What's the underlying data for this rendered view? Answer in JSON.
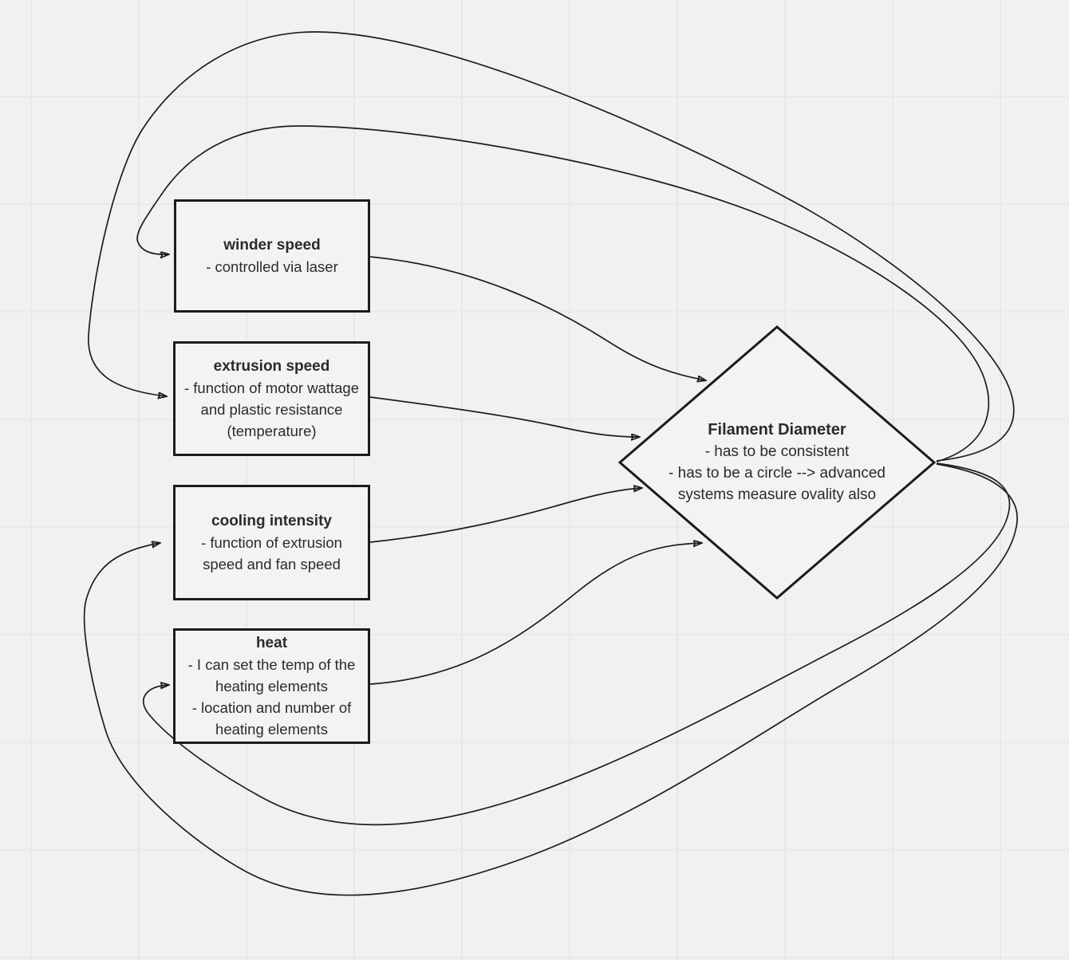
{
  "diagram": {
    "background_color": "#f2f1f1",
    "grid_color": "#e8e8e8",
    "stroke_color": "#1d1d1d",
    "nodes": {
      "winder_speed": {
        "shape": "rectangle",
        "title": "winder speed",
        "lines": [
          "- controlled via laser"
        ]
      },
      "extrusion_speed": {
        "shape": "rectangle",
        "title": "extrusion speed",
        "lines": [
          "- function of motor wattage and plastic resistance (temperature)"
        ]
      },
      "cooling_intensity": {
        "shape": "rectangle",
        "title": "cooling intensity",
        "lines": [
          "- function of extrusion speed and fan speed"
        ]
      },
      "heat": {
        "shape": "rectangle",
        "title": "heat",
        "lines": [
          "- I can set the temp of the heating elements",
          "- location and number of heating elements"
        ]
      },
      "filament_diameter": {
        "shape": "diamond",
        "title": "Filament Diameter",
        "lines": [
          "- has to be consistent",
          "- has to be a circle --> advanced systems measure ovality also"
        ]
      }
    },
    "edges": [
      {
        "from": "winder speed",
        "to": "Filament Diameter"
      },
      {
        "from": "extrusion speed",
        "to": "Filament Diameter"
      },
      {
        "from": "cooling intensity",
        "to": "Filament Diameter"
      },
      {
        "from": "heat",
        "to": "Filament Diameter"
      },
      {
        "from": "Filament Diameter",
        "to": "winder speed"
      },
      {
        "from": "Filament Diameter",
        "to": "extrusion speed"
      },
      {
        "from": "Filament Diameter",
        "to": "cooling intensity"
      },
      {
        "from": "Filament Diameter",
        "to": "heat"
      }
    ]
  }
}
